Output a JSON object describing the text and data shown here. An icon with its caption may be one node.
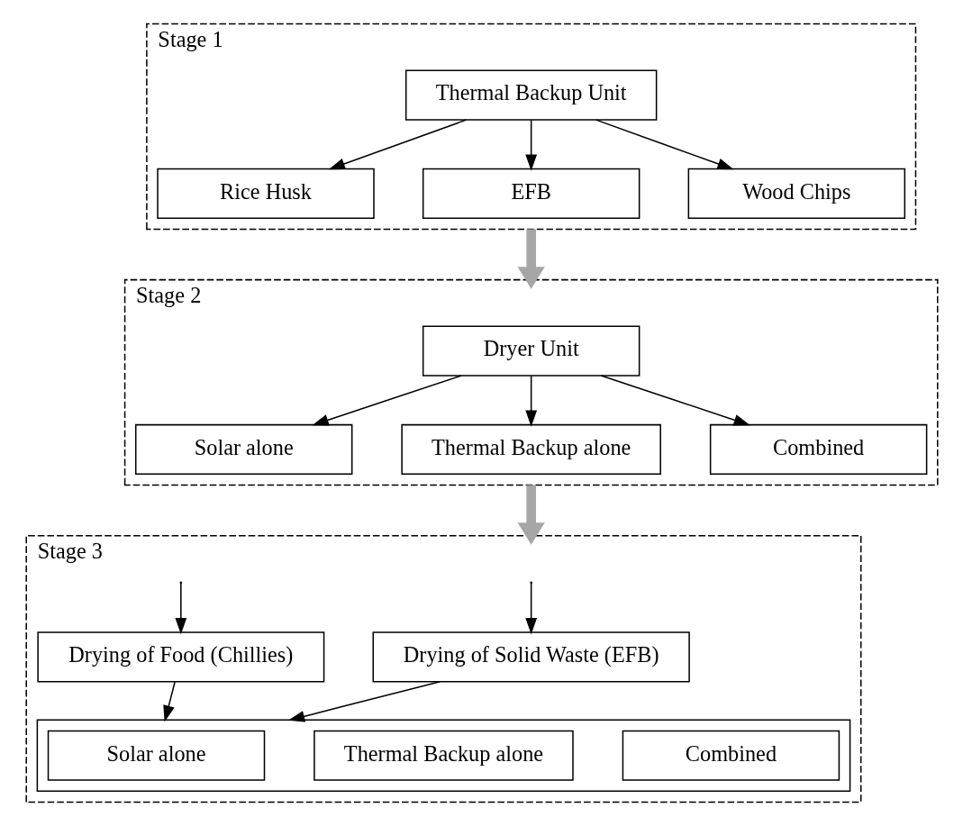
{
  "diagram": {
    "nodes": [
      {
        "text": [
          "Stage 1"
        ]
      },
      {
        "text": [
          "Thermal Backup Unit"
        ],
        "in": 0
      },
      {
        "text": [
          "Rice Husk"
        ],
        "in": 0
      },
      {
        "text": [
          "EFB"
        ],
        "in": 0
      },
      {
        "text": [
          "Wood Chips"
        ],
        "in": 0
      },
      {
        "text": [
          "Stage 2"
        ]
      },
      {
        "text": [
          "Dryer Unit"
        ],
        "in": 5
      },
      {
        "text": [
          "Solar alone"
        ],
        "in": 5
      },
      {
        "text": [
          "Thermal Backup alone"
        ],
        "in": 5
      },
      {
        "text": [
          "Combined"
        ],
        "in": 5
      },
      {
        "text": [
          "Stage 3"
        ]
      },
      {
        "text": [
          "Drying of Solid Waste (EFB)"
        ],
        "in": 10
      },
      {
        "text": [
          "Drying of Food (Chillies)"
        ],
        "in": 10
      },
      {
        "text": [],
        "shape": "box",
        "in": 10
      },
      {
        "text": [
          "Solar alone"
        ],
        "in": 13
      },
      {
        "text": [
          "Thermal Backup alone"
        ],
        "in": 13
      },
      {
        "text": [
          "Combined"
        ],
        "in": 13
      }
    ],
    "edges": [
      {
        "from": 1,
        "to": 2,
        "arrow": "to"
      },
      {
        "from": 1,
        "to": 3,
        "arrow": "to"
      },
      {
        "from": 1,
        "to": 4,
        "arrow": "to"
      },
      {
        "from": 0,
        "to": 5,
        "arrow": "to",
        "style": "thick",
        "color": "#a6a6a6"
      },
      {
        "from": 6,
        "to": 7,
        "arrow": "to"
      },
      {
        "from": 6,
        "to": 8,
        "arrow": "to"
      },
      {
        "from": 6,
        "to": 9,
        "arrow": "to"
      },
      {
        "from": 5,
        "to": 10,
        "arrow": "to",
        "style": "thick",
        "color": "#a6a6a6"
      },
      {
        "from": null,
        "to": 11,
        "arrow": "to"
      },
      {
        "from": null,
        "to": 12,
        "arrow": "to"
      },
      {
        "from": 11,
        "to": 13,
        "arrow": "to"
      },
      {
        "from": 12,
        "to": 13,
        "arrow": "to"
      }
    ]
  }
}
